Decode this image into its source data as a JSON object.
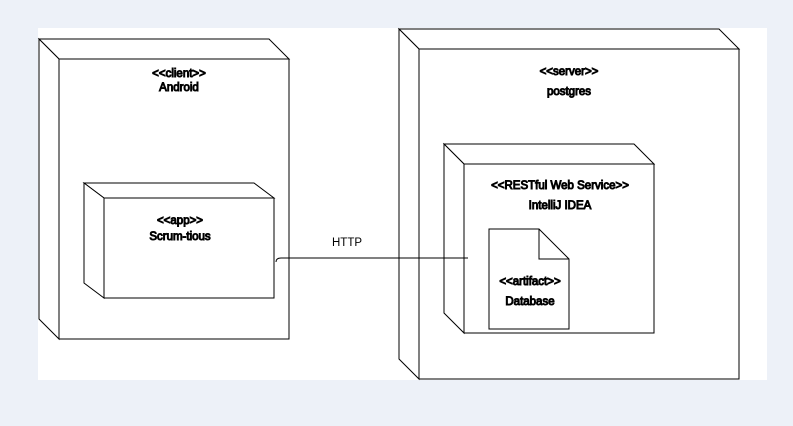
{
  "diagram": {
    "colors": {
      "page_background": "#edf1f8",
      "canvas_background": "#ffffff",
      "stroke": "#000000",
      "text": "#000000"
    },
    "nodes": {
      "client": {
        "stereotype": "<<client>>",
        "name": "Android"
      },
      "app": {
        "stereotype": "<<app>>",
        "name": "Scrum-tious"
      },
      "server": {
        "stereotype": "<<server>>",
        "name": "postgres"
      },
      "web_service": {
        "stereotype": "<<RESTful Web Service>>",
        "name": "IntelliJ IDEA"
      },
      "artifact": {
        "stereotype": "<<artifact>>",
        "name": "Database"
      }
    },
    "connectors": {
      "http": {
        "label": "HTTP"
      }
    }
  }
}
